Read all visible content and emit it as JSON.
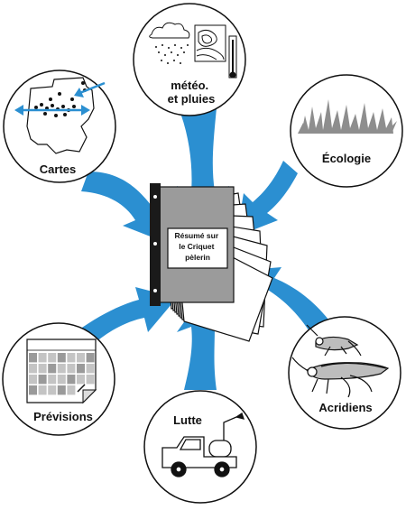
{
  "diagram": {
    "colors": {
      "arrow": "#2b8fd1",
      "book_cover": "#9b9b9b",
      "outline": "#111111",
      "background": "#ffffff"
    },
    "center": {
      "label_lines": [
        "Résumé sur",
        "le Criquet",
        "pèlerin"
      ]
    },
    "nodes": {
      "weather": {
        "label_lines": [
          "météo.",
          "et pluies"
        ],
        "icon": "weather-chart-icon"
      },
      "maps": {
        "label": "Cartes",
        "icon": "map-icon"
      },
      "ecology": {
        "label": "Écologie",
        "icon": "grass-icon"
      },
      "forecasts": {
        "label": "Prévisions",
        "icon": "calendar-icon"
      },
      "control": {
        "label": "Lutte",
        "icon": "sprayer-truck-icon"
      },
      "locusts": {
        "label": "Acridiens",
        "icon": "locust-icon"
      }
    }
  }
}
